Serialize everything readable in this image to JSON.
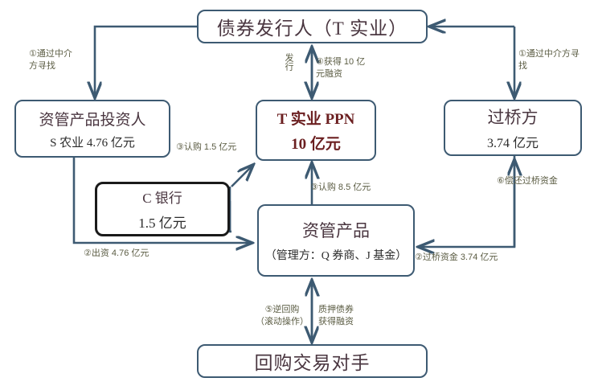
{
  "diagram": {
    "title_text": "债券发行人（T 实业）",
    "nodes": {
      "issuer": {
        "line1": "债券发行人（T 实业）",
        "line2": ""
      },
      "investor": {
        "line1": "资管产品投资人",
        "line2": "S 农业 4.76 亿元"
      },
      "ppn": {
        "line1": "T 实业 PPN",
        "line2": "10 亿元"
      },
      "bridge": {
        "line1": "过桥方",
        "line2": "3.74 亿元"
      },
      "cbank": {
        "line1": "C 银行",
        "line2": "1.5 亿元"
      },
      "amp": {
        "line1": "资管产品",
        "line2": "（管理方：Q 券商、J 基金）"
      },
      "repo": {
        "line1": "回购交易对手",
        "line2": ""
      }
    },
    "edge_labels": {
      "find_left": "①通过中介\n方寻找",
      "find_right": "①通过中介方寻\n找",
      "issue": "发行",
      "get_10yi": "④获得 10 亿\n元融资",
      "subscribe_15": "③认购 1.5 亿元",
      "subscribe_85": "③认购 8.5 亿元",
      "fund_476": "②出资 4.76 亿元",
      "bridge_fund": "②过桥资金 3.74 亿元",
      "repay_bridge": "⑥偿还过桥资金",
      "reverse_repo": "⑤逆回购\n（滚动操作）",
      "pledge_bond": "质押债券\n获得融资"
    },
    "colors": {
      "box_border": "#3d5a72",
      "bank_border": "#1a1a1a",
      "arrow": "#3d5a72",
      "label_text": "#5b5c43",
      "accent_red": "#6b1f20",
      "heading_text": "#4a3640",
      "background": "#ffffff"
    }
  }
}
